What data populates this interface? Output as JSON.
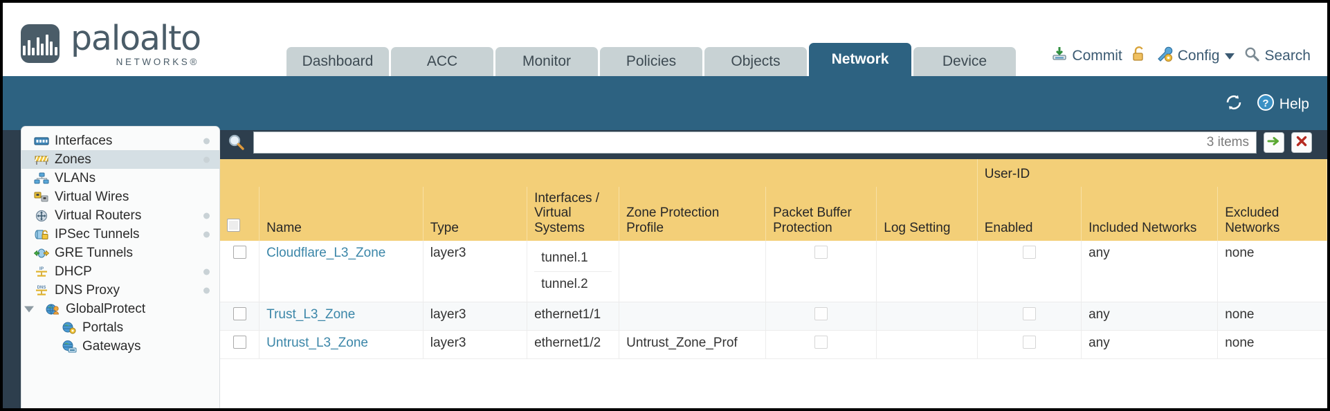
{
  "brand": {
    "name": "paloalto",
    "sub": "NETWORKS®"
  },
  "nav": {
    "tabs": [
      {
        "label": "Dashboard",
        "active": false
      },
      {
        "label": "ACC",
        "active": false
      },
      {
        "label": "Monitor",
        "active": false
      },
      {
        "label": "Policies",
        "active": false
      },
      {
        "label": "Objects",
        "active": false
      },
      {
        "label": "Network",
        "active": true
      },
      {
        "label": "Device",
        "active": false
      }
    ]
  },
  "header_tools": {
    "commit": "Commit",
    "config": "Config",
    "search": "Search",
    "lock_icon": "lock-icon",
    "commit_icon": "commit-download-icon",
    "config_icon": "config-wrench-icon",
    "search_icon": "magnifier-icon"
  },
  "band_tools": {
    "refresh_icon": "refresh-icon",
    "help": "Help",
    "help_icon": "help-question-icon"
  },
  "sidebar": {
    "items": [
      {
        "label": "Interfaces",
        "icon": "interfaces-icon",
        "selected": false,
        "dot": true,
        "child": false,
        "tri": false
      },
      {
        "label": "Zones",
        "icon": "zones-barrier-icon",
        "selected": true,
        "dot": true,
        "child": false,
        "tri": false
      },
      {
        "label": "VLANs",
        "icon": "vlans-icon",
        "selected": false,
        "dot": false,
        "child": false,
        "tri": false
      },
      {
        "label": "Virtual Wires",
        "icon": "virtual-wires-icon",
        "selected": false,
        "dot": false,
        "child": false,
        "tri": false
      },
      {
        "label": "Virtual Routers",
        "icon": "virtual-routers-icon",
        "selected": false,
        "dot": true,
        "child": false,
        "tri": false
      },
      {
        "label": "IPSec Tunnels",
        "icon": "ipsec-tunnels-icon",
        "selected": false,
        "dot": true,
        "child": false,
        "tri": false
      },
      {
        "label": "GRE Tunnels",
        "icon": "gre-tunnels-icon",
        "selected": false,
        "dot": false,
        "child": false,
        "tri": false
      },
      {
        "label": "DHCP",
        "icon": "dhcp-icon",
        "selected": false,
        "dot": true,
        "child": false,
        "tri": false
      },
      {
        "label": "DNS Proxy",
        "icon": "dns-proxy-icon",
        "selected": false,
        "dot": true,
        "child": false,
        "tri": false
      },
      {
        "label": "GlobalProtect",
        "icon": "globalprotect-icon",
        "selected": false,
        "dot": false,
        "child": false,
        "tri": true
      },
      {
        "label": "Portals",
        "icon": "portals-icon",
        "selected": false,
        "dot": false,
        "child": true,
        "tri": false
      },
      {
        "label": "Gateways",
        "icon": "gateways-icon",
        "selected": false,
        "dot": false,
        "child": true,
        "tri": false
      }
    ]
  },
  "filter": {
    "placeholder": "",
    "value": "",
    "item_count": "3 items",
    "apply_icon": "green-arrow-apply-icon",
    "clear_icon": "red-x-clear-icon",
    "search_icon": "magnifier-icon"
  },
  "table": {
    "group_header": "User-ID",
    "columns": [
      "Name",
      "Type",
      "Interfaces / Virtual Systems",
      "Zone Protection Profile",
      "Packet Buffer Protection",
      "Log Setting",
      "Enabled",
      "Included Networks",
      "Excluded Networks"
    ],
    "rows": [
      {
        "name": "Cloudflare_L3_Zone",
        "type": "layer3",
        "interfaces": [
          "tunnel.1",
          "tunnel.2"
        ],
        "zone_protection_profile": "",
        "packet_buffer_protection": false,
        "log_setting": "",
        "userid_enabled": false,
        "included_networks": "any",
        "excluded_networks": "none"
      },
      {
        "name": "Trust_L3_Zone",
        "type": "layer3",
        "interfaces": [
          "ethernet1/1"
        ],
        "zone_protection_profile": "",
        "packet_buffer_protection": false,
        "log_setting": "",
        "userid_enabled": false,
        "included_networks": "any",
        "excluded_networks": "none"
      },
      {
        "name": "Untrust_L3_Zone",
        "type": "layer3",
        "interfaces": [
          "ethernet1/2"
        ],
        "zone_protection_profile": "Untrust_Zone_Prof",
        "packet_buffer_protection": false,
        "log_setting": "",
        "userid_enabled": false,
        "included_networks": "any",
        "excluded_networks": "none"
      }
    ]
  },
  "colors": {
    "brand_blue": "#2d6281",
    "header_amber": "#f3cf78",
    "group_amber": "#e3b74d",
    "link_blue": "#3b86a8",
    "tab_grey": "#c8d2d4"
  }
}
